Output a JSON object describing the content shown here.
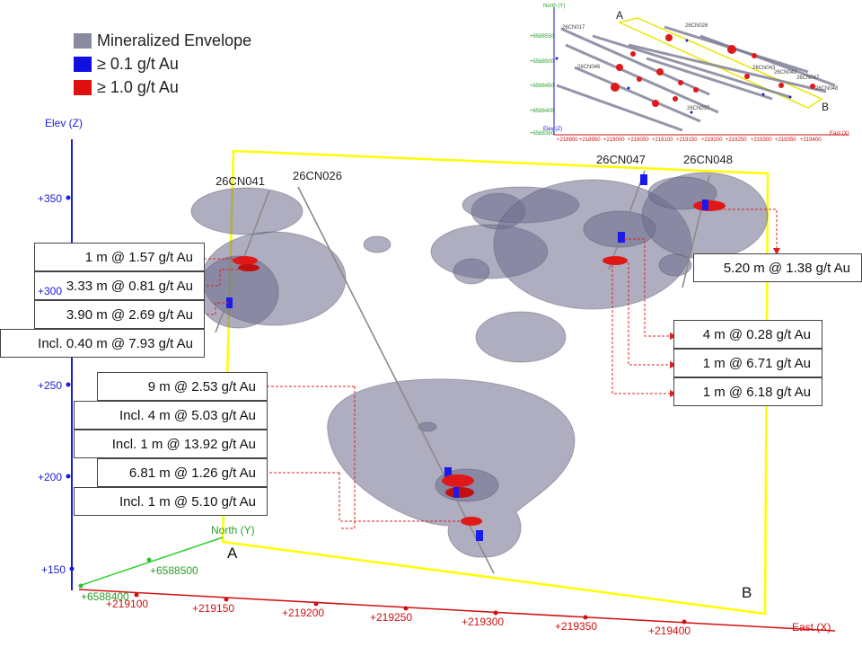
{
  "legend": [
    {
      "label": "Mineralized Envelope",
      "color": "#8a8aa0"
    },
    {
      "label": "≥ 0.1 g/t Au",
      "color": "#1010e0"
    },
    {
      "label": "≥ 1.0 g/t Au",
      "color": "#e01010"
    }
  ],
  "holes": {
    "h041": "26CN041",
    "h026": "26CN026",
    "h047": "26CN047",
    "h048": "26CN048"
  },
  "intervals_041": [
    "1 m @ 1.57 g/t Au",
    "3.33 m @ 0.81 g/t Au",
    "3.90 m @ 2.69 g/t Au",
    "Incl. 0.40 m @ 7.93 g/t Au"
  ],
  "intervals_026": [
    "9 m @ 2.53 g/t Au",
    "Incl. 4 m @ 5.03 g/t Au",
    "Incl. 1 m @ 13.92 g/t Au",
    "6.81 m @ 1.26 g/t Au",
    "Incl. 1 m @ 5.10 g/t Au"
  ],
  "interval_048": "5.20 m @ 1.38 g/t Au",
  "intervals_047": [
    "4 m @ 0.28 g/t Au",
    "1 m @ 6.71 g/t Au",
    "1 m @ 6.18 g/t Au"
  ],
  "axes": {
    "elev_title": "Elev (Z)",
    "elev_ticks": [
      "+350",
      "+300",
      "+250",
      "+200",
      "+150"
    ],
    "north_title": "North (Y)",
    "north_ticks": [
      "+6588400",
      "+6588500"
    ],
    "east_title": "East (X)",
    "east_ticks": [
      "+219100",
      "+219150",
      "+219200",
      "+219250",
      "+219300",
      "+219350",
      "+219400"
    ]
  },
  "section": {
    "a": "A",
    "b": "B"
  },
  "inset": {
    "a": "A",
    "b": "B",
    "north": "North (Y)",
    "elev": "Elev (Z)",
    "east": "East (X)",
    "y_ticks": [
      "+6588550",
      "+6588500",
      "+6588450",
      "+6588400",
      "+6588350"
    ],
    "x_ticks": [
      "+218900",
      "+218950",
      "+219000",
      "+219050",
      "+219100",
      "+219150",
      "+219200",
      "+219250",
      "+219300",
      "+219350",
      "+219400"
    ],
    "holes": [
      "26CN017",
      "26CN026",
      "26CN046",
      "26CN037",
      "26CN042",
      "26CN047",
      "26CN048",
      "26CN043"
    ]
  }
}
